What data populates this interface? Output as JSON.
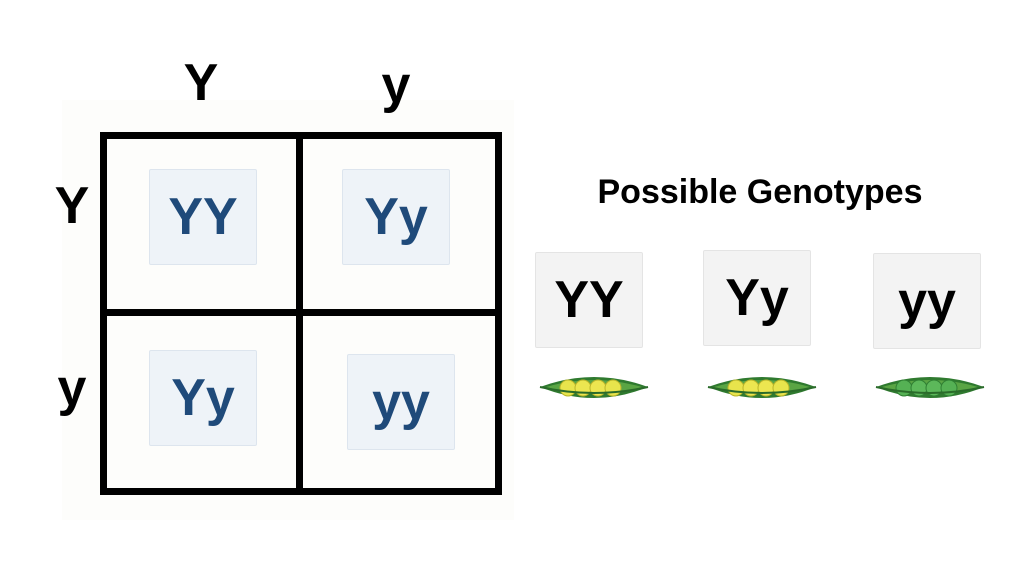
{
  "punnett_square": {
    "column_headers": [
      "Y",
      "y"
    ],
    "row_headers": [
      "Y",
      "y"
    ],
    "cells": [
      [
        "YY",
        "Yy"
      ],
      [
        "Yy",
        "yy"
      ]
    ]
  },
  "possible_genotypes": {
    "title": "Possible Genotypes",
    "items": [
      {
        "label": "YY",
        "pea_color": "yellow"
      },
      {
        "label": "Yy",
        "pea_color": "yellow"
      },
      {
        "label": "yy",
        "pea_color": "green"
      }
    ]
  },
  "colors": {
    "cell_text": "#1f4a7a",
    "pod_green": "#3f8a3a",
    "pea_yellow": "#e6e24a",
    "pea_green": "#4fae50"
  }
}
